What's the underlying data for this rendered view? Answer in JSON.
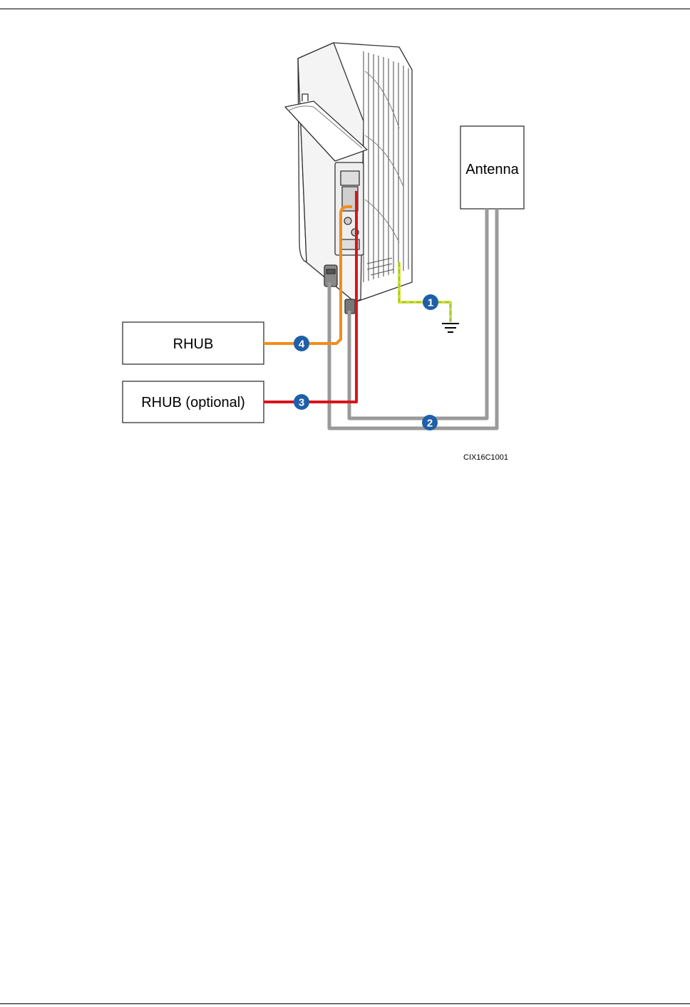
{
  "diagram": {
    "boxes": {
      "antenna": "Antenna",
      "rhub": "RHUB",
      "rhub_optional": "RHUB (optional)"
    },
    "callouts": [
      "1",
      "2",
      "3",
      "4"
    ],
    "figure_id": "CIX16C1001",
    "colors": {
      "ground_cable": "#d6e03a",
      "ground_cable_core": "#76b846",
      "antenna_cables": "#9a9a9a",
      "rhub_cable": "#f28c1c",
      "rhub_optional_cable": "#d8141c",
      "callout_badge": "#1f5fa8",
      "device_outline": "#333333"
    },
    "icons": [
      "ground-symbol-icon"
    ]
  }
}
